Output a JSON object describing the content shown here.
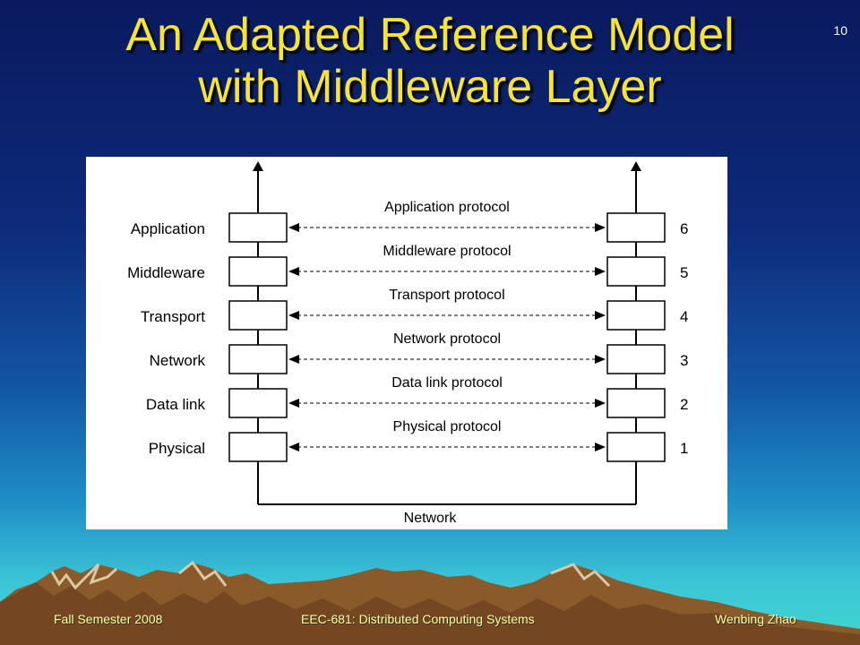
{
  "slide": {
    "number": "10",
    "title_line1": "An Adapted Reference Model",
    "title_line2": "with Middleware Layer"
  },
  "diagram": {
    "layers": [
      {
        "name": "Application",
        "protocol": "Application protocol",
        "number": "6"
      },
      {
        "name": "Middleware",
        "protocol": "Middleware protocol",
        "number": "5"
      },
      {
        "name": "Transport",
        "protocol": "Transport protocol",
        "number": "4"
      },
      {
        "name": "Network",
        "protocol": "Network protocol",
        "number": "3"
      },
      {
        "name": "Data link",
        "protocol": "Data link protocol",
        "number": "2"
      },
      {
        "name": "Physical",
        "protocol": "Physical protocol",
        "number": "1"
      }
    ],
    "bottom_label": "Network"
  },
  "footer": {
    "left": "Fall Semester 2008",
    "center": "EEC-681: Distributed Computing Systems",
    "right": "Wenbing Zhao"
  },
  "colors": {
    "title": "#f5e33a",
    "footer": "#ffff99"
  }
}
